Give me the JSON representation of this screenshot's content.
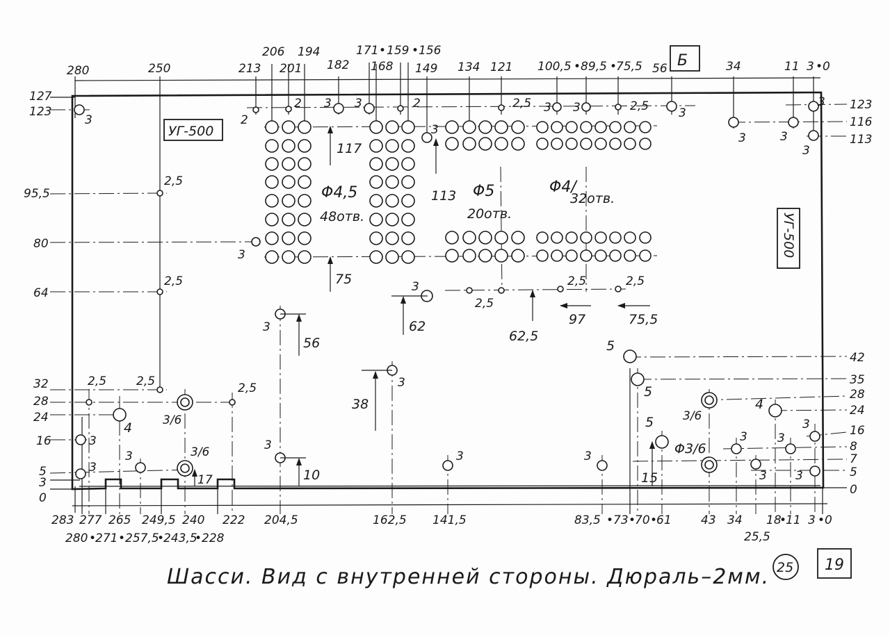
{
  "sheet": {
    "caption": "Шасси. Вид с внутренней стороны. Дюраль–2мм.",
    "page_number_circled": "25",
    "page_number_boxed": "19",
    "view_letter": "Б"
  },
  "labels": {
    "model_top": "УГ-500",
    "model_right": "УГ-500",
    "group1_diam": "Φ4,5",
    "group1_count": "48отв.",
    "group2_diam": "Φ5",
    "group2_count": "20отв.",
    "group3_diam": "Φ4/",
    "group3_count": "32отв.",
    "small_group_diam": "Φ3/6"
  },
  "top_dims": [
    "280",
    "250",
    "213",
    "206",
    "201",
    "194",
    "182",
    "171",
    "•",
    "159",
    "•",
    "156",
    "168",
    "149",
    "134",
    "121",
    "100,5",
    "•",
    "89,5",
    "•",
    "75,5",
    "56",
    "34",
    "11",
    "3",
    "•",
    "0"
  ],
  "bottom_dims_row1": [
    "283",
    "277",
    "265",
    "249,5",
    "240",
    "222",
    "204,5",
    "162,5",
    "141,5",
    "83,5",
    "•",
    "73",
    "•",
    "70",
    "•",
    "61",
    "43",
    "34",
    "18",
    "•",
    "11",
    "3",
    "•",
    "0"
  ],
  "bottom_dims_row2": [
    "280",
    "•",
    "271",
    "•",
    "257,5",
    "•",
    "243,5",
    "•",
    "228",
    "25,5"
  ],
  "left_dims": [
    "127",
    "123",
    "95,5",
    "80",
    "64",
    "32",
    "28",
    "24",
    "16",
    "5",
    "3",
    "0"
  ],
  "right_dims": [
    "123",
    "116",
    "113",
    "42",
    "35",
    "28",
    "24",
    "16",
    "8",
    "7",
    "5",
    "0"
  ],
  "inner_dims": {
    "d117": "117",
    "d113": "113",
    "d75": "75",
    "d62": "62",
    "d62_5": "62,5",
    "d97": "97",
    "d75_5": "75,5",
    "d56": "56",
    "d38": "38",
    "d10": "10",
    "d17": "17",
    "d15": "15"
  },
  "hole_notes": {
    "n3": "3",
    "n2": "2",
    "n2_5": "2,5",
    "n4": "4",
    "n5": "5",
    "n3_6": "3/6"
  }
}
